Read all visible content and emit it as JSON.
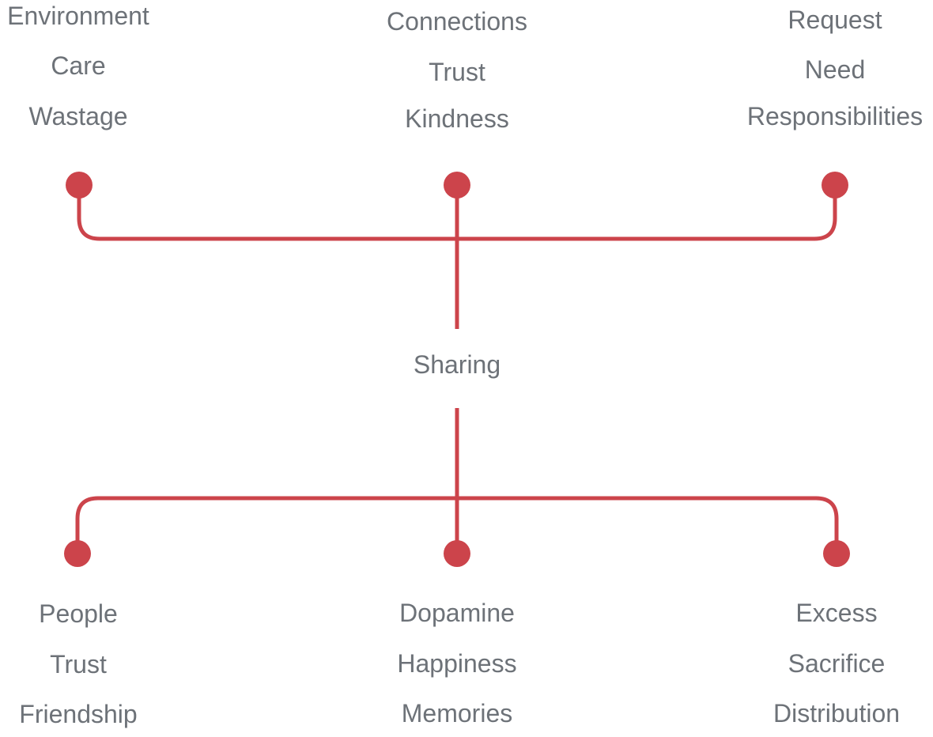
{
  "center": {
    "label": "Sharing"
  },
  "top_groups": [
    {
      "terms": [
        "Environment",
        "Care",
        "Wastage"
      ]
    },
    {
      "terms": [
        "Connections",
        "Trust",
        "Kindness"
      ]
    },
    {
      "terms": [
        "Request",
        "Need",
        "Responsibilities"
      ]
    }
  ],
  "bottom_groups": [
    {
      "terms": [
        "People",
        "Trust",
        "Friendship"
      ]
    },
    {
      "terms": [
        "Dopamine",
        "Happiness",
        "Memories"
      ]
    },
    {
      "terms": [
        "Excess",
        "Sacrifice",
        "Distribution"
      ]
    }
  ],
  "colors": {
    "connector": "#cc444b",
    "text": "#6d7278"
  }
}
